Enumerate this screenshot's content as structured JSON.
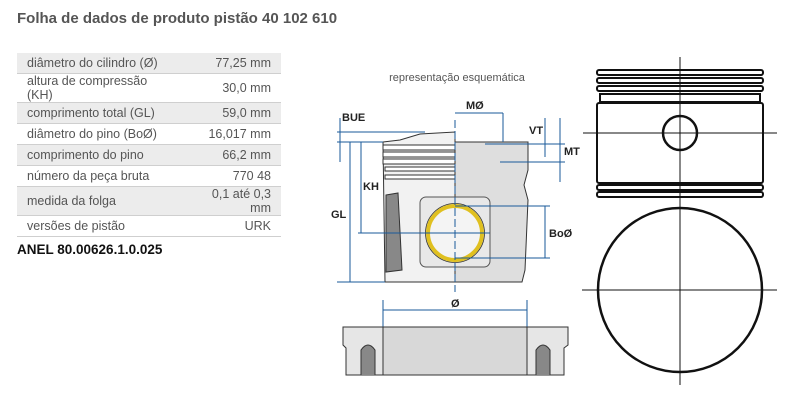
{
  "title": "Folha de dados de produto pistão 40 102 610",
  "specs": [
    {
      "label": "diâmetro do cilindro (Ø)",
      "value": "77,25 mm"
    },
    {
      "label": "altura de compressão (KH)",
      "value": "30,0 mm"
    },
    {
      "label": "comprimento total (GL)",
      "value": "59,0 mm"
    },
    {
      "label": "diâmetro do pino (BoØ)",
      "value": "16,017 mm"
    },
    {
      "label": "comprimento do pino",
      "value": "66,2 mm"
    },
    {
      "label": "número da peça bruta",
      "value": "770 48"
    },
    {
      "label": "medida da folga",
      "value": "0,1 até 0,3 mm"
    },
    {
      "label": "versões de pistão",
      "value": "URK"
    }
  ],
  "ring": "ANEL 80.00626.1.0.025",
  "schematic": {
    "caption": "representação esquemática",
    "labels": {
      "bue": "BUE",
      "kh": "KH",
      "gl": "GL",
      "m": "MØ",
      "vt": "VT",
      "mt": "MT",
      "bo": "BoØ",
      "d": "Ø"
    }
  },
  "colors": {
    "dim": "#1a5a9a",
    "pin": "#e0c020"
  }
}
